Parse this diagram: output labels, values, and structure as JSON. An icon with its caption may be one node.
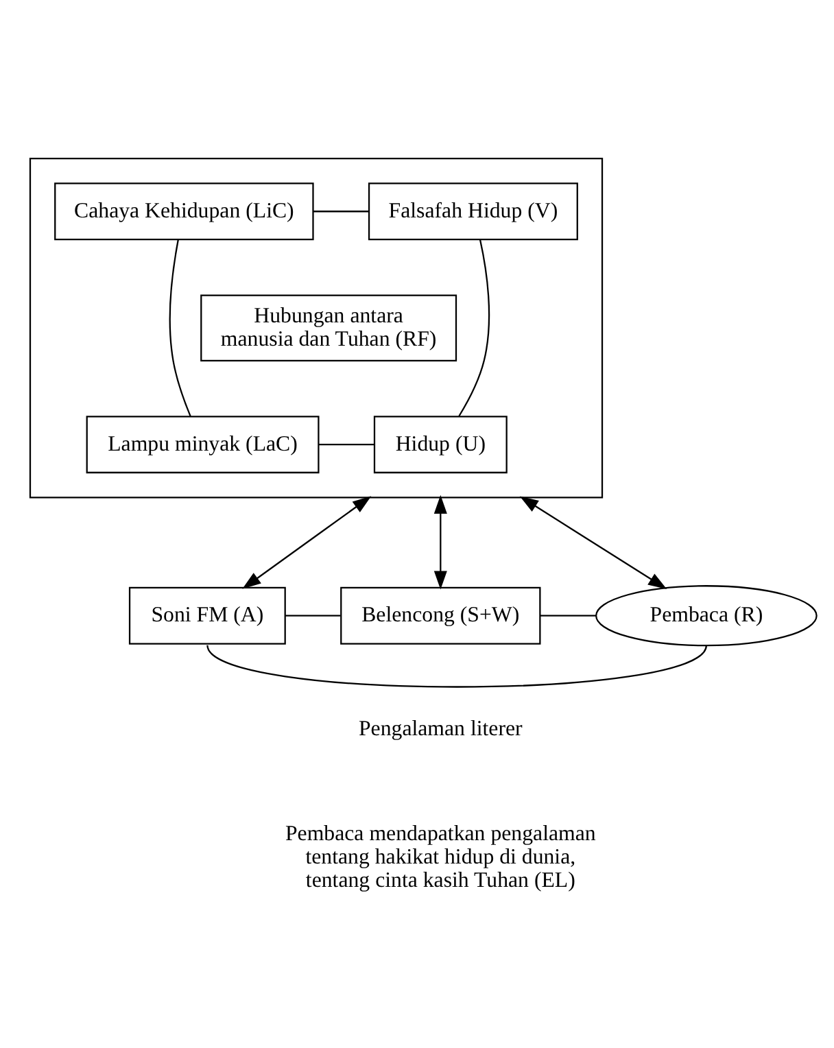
{
  "diagram": {
    "nodes": [
      {
        "text": [],
        "shape": "box"
      },
      {
        "text": [
          "Cahaya Kehidupan (LiC)"
        ],
        "in": 0
      },
      {
        "text": [
          "Falsafah Hidup (V)"
        ],
        "in": 0
      },
      {
        "text": [
          "Hubungan antara manusia dan Tuhan (RF)"
        ],
        "in": 0
      },
      {
        "text": [
          "Lampu minyak (LaC)"
        ],
        "in": 0
      },
      {
        "text": [
          "Hidup (U)"
        ],
        "in": 0
      },
      {
        "text": [
          "Soni FM (A)"
        ]
      },
      {
        "text": [
          "Belencong (S+W)"
        ]
      },
      {
        "text": [
          "Pembaca (R)"
        ]
      }
    ],
    "edges": [
      {
        "from": 1,
        "to": 2,
        "arrow": "none"
      },
      {
        "from": 1,
        "to": 4,
        "arrow": "none"
      },
      {
        "from": 2,
        "to": 5,
        "arrow": "none"
      },
      {
        "from": 4,
        "to": 5,
        "arrow": "none"
      },
      {
        "from": 0,
        "to": 6,
        "arrow": "both"
      },
      {
        "from": 0,
        "to": 7,
        "arrow": "both"
      },
      {
        "from": 0,
        "to": 8,
        "arrow": "both"
      },
      {
        "from": 6,
        "to": 7,
        "arrow": "none"
      },
      {
        "from": 7,
        "to": 8,
        "arrow": "none"
      },
      {
        "from": 6,
        "to": 8,
        "arrow": "none"
      }
    ],
    "labels": [
      "Pengalaman literer",
      "Pembaca mendapatkan pengalaman tentang hakikat hidup di dunia, tentang cinta kasih Tuhan (EL)"
    ]
  }
}
